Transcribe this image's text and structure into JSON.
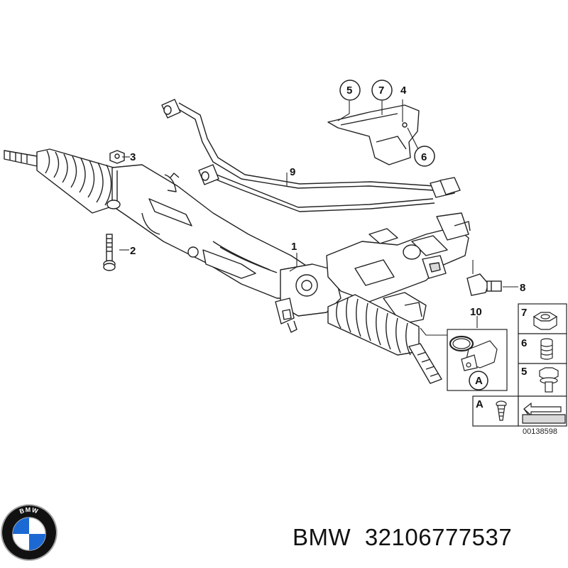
{
  "callouts": {
    "c1": "1",
    "c2": "2",
    "c3": "3",
    "c4": "4",
    "c5": "5",
    "c6": "6",
    "c7": "7",
    "c8": "8",
    "c9": "9",
    "c10": "10",
    "cA": "A"
  },
  "legend": {
    "row7": "7",
    "row6": "6",
    "row5": "5",
    "rowA": "A"
  },
  "drawing_ref": "00138598",
  "logo": {
    "text": "BMW",
    "blue": "#1c69d4",
    "ring": "#111111"
  },
  "caption": {
    "brand": "BMW",
    "part_number": "32106777537"
  },
  "colors": {
    "line": "#222222",
    "fill": "#ffffff",
    "shade": "#d9d9d9"
  }
}
